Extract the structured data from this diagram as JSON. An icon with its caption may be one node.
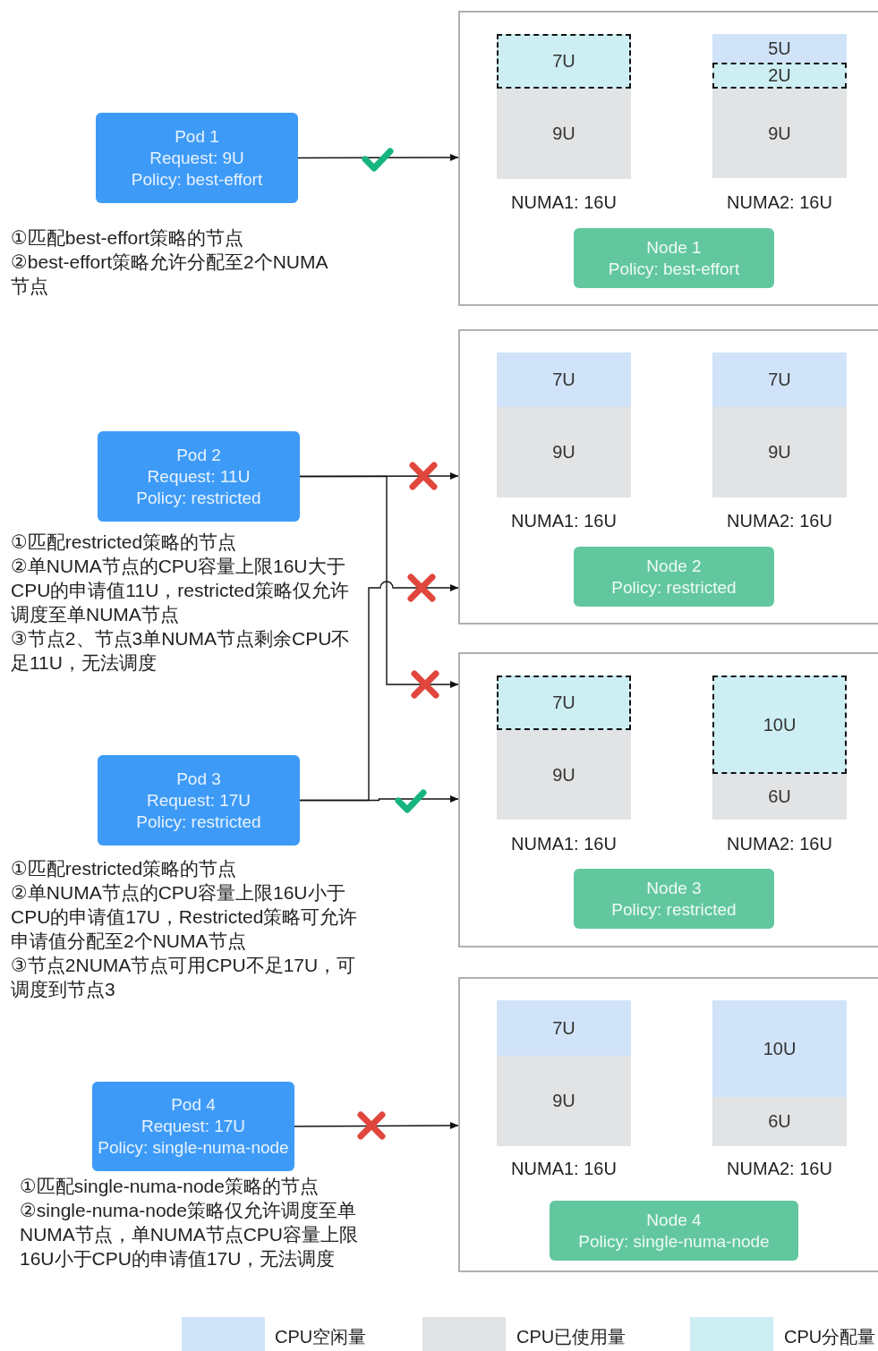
{
  "diagram": {
    "nodes": [
      {
        "text": [],
        "shape": "box"
      },
      {
        "text": [
          "NUMA1: 16U"
        ],
        "in": 0
      },
      {
        "text": [
          "7U"
        ],
        "in": 1
      },
      {
        "text": [
          "9U"
        ],
        "in": 1
      },
      {
        "text": [
          "NUMA2: 16U"
        ],
        "in": 0
      },
      {
        "text": [
          "5U"
        ],
        "in": 4
      },
      {
        "text": [
          "2U"
        ],
        "in": 4
      },
      {
        "text": [
          "9U"
        ],
        "in": 4
      },
      {
        "text": [
          "Node 1",
          "Policy: best-effort"
        ],
        "in": 0
      },
      {
        "text": [
          "Pod 1",
          "Request: 9U",
          "Policy: best-effort"
        ],
        "beside": [
          "①匹配best-effort策略的节点",
          "②best-effort策略允许分配至2个NUMA节点"
        ]
      },
      {
        "text": [],
        "shape": "box"
      },
      {
        "text": [
          "NUMA1: 16U"
        ],
        "in": 10
      },
      {
        "text": [
          "7U"
        ],
        "in": 11
      },
      {
        "text": [
          "9U"
        ],
        "in": 11
      },
      {
        "text": [
          "NUMA2: 16U"
        ],
        "in": 10
      },
      {
        "text": [
          "7U"
        ],
        "in": 14
      },
      {
        "text": [
          "9U"
        ],
        "in": 14
      },
      {
        "text": [
          "Node 2",
          "Policy: restricted"
        ],
        "in": 10
      },
      {
        "text": [
          "Pod 2",
          "Request: 11U",
          "Policy: restricted"
        ],
        "beside": [
          "①匹配restricted策略的节点",
          "②单NUMA节点的CPU容量上限16U大于CPU的申请值11U，restricted策略仅允许调度至单NUMA节点",
          "③节点2、节点3单NUMA节点剩余CPU不足11U，无法调度"
        ]
      },
      {
        "text": [],
        "shape": "box"
      },
      {
        "text": [
          "NUMA1: 16U"
        ],
        "in": 19
      },
      {
        "text": [
          "7U"
        ],
        "in": 20
      },
      {
        "text": [
          "9U"
        ],
        "in": 20
      },
      {
        "text": [
          "NUMA2: 16U"
        ],
        "in": 19
      },
      {
        "text": [
          "10U"
        ],
        "in": 23
      },
      {
        "text": [
          "6U"
        ],
        "in": 23
      },
      {
        "text": [
          "Node 3",
          "Policy: restricted"
        ],
        "in": 19
      },
      {
        "text": [
          "Pod 3",
          "Request: 17U",
          "Policy: restricted"
        ],
        "beside": [
          "①匹配restricted策略的节点",
          "②单NUMA节点的CPU容量上限16U小于CPU的申请值17U，Restricted策略可允许申请值分配至2个NUMA节点",
          "③节点2NUMA节点可用CPU不足17U，可调度到节点3"
        ]
      },
      {
        "text": [],
        "shape": "box"
      },
      {
        "text": [
          "NUMA1: 16U"
        ],
        "in": 28
      },
      {
        "text": [
          "7U"
        ],
        "in": 29
      },
      {
        "text": [
          "9U"
        ],
        "in": 29
      },
      {
        "text": [
          "NUMA2: 16U"
        ],
        "in": 28
      },
      {
        "text": [
          "10U"
        ],
        "in": 32
      },
      {
        "text": [
          "6U"
        ],
        "in": 32
      },
      {
        "text": [
          "Node 4",
          "Policy: single-numa-node"
        ],
        "in": 28
      },
      {
        "text": [
          "Pod 4",
          "Request: 17U",
          "Policy: single-numa-node"
        ],
        "beside": [
          "①匹配single-numa-node策略的节点",
          "②single-numa-node策略仅允许调度至单NUMA节点，单NUMA节点CPU容量上限16U小于CPU的申请值17U，无法调度"
        ]
      }
    ],
    "edges": [
      {
        "from": 9,
        "to": 0,
        "arrow": "to"
      },
      {
        "from": 18,
        "to": 10,
        "arrow": "to"
      },
      {
        "from": 18,
        "to": 19,
        "arrow": "to"
      },
      {
        "from": 27,
        "to": 10,
        "arrow": "to"
      },
      {
        "from": 27,
        "to": 19,
        "arrow": "to"
      },
      {
        "from": 36,
        "to": 28,
        "arrow": "to"
      }
    ],
    "legend": [
      {
        "text": "CPU空闲量",
        "color": "#d0e3f8"
      },
      {
        "text": "CPU已使用量",
        "color": "#e1e3e5"
      },
      {
        "text": "CPU分配量",
        "color": "#cdeef3"
      }
    ]
  }
}
